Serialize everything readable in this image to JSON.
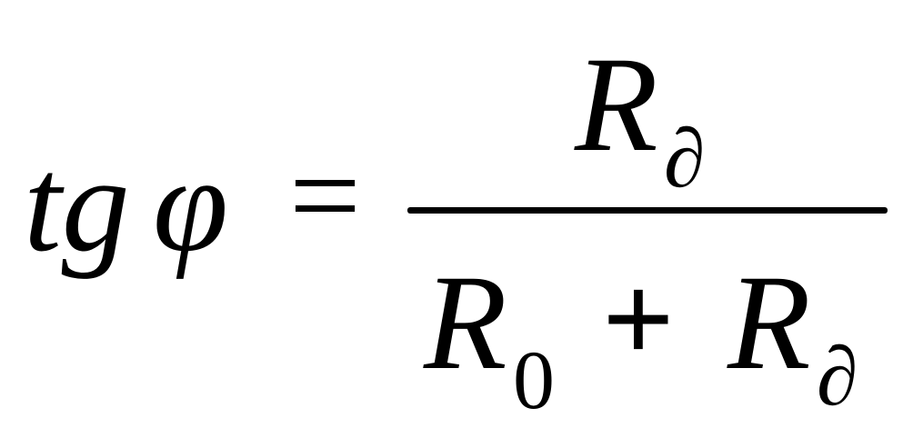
{
  "formula": {
    "lhs": {
      "function": "tg",
      "variable": "φ"
    },
    "equals": "=",
    "numerator": {
      "symbol": "R",
      "subscript": "∂"
    },
    "denominator": {
      "term1": {
        "symbol": "R",
        "subscript": "0"
      },
      "plus": "+",
      "term2": {
        "symbol": "R",
        "subscript": "∂"
      }
    }
  }
}
